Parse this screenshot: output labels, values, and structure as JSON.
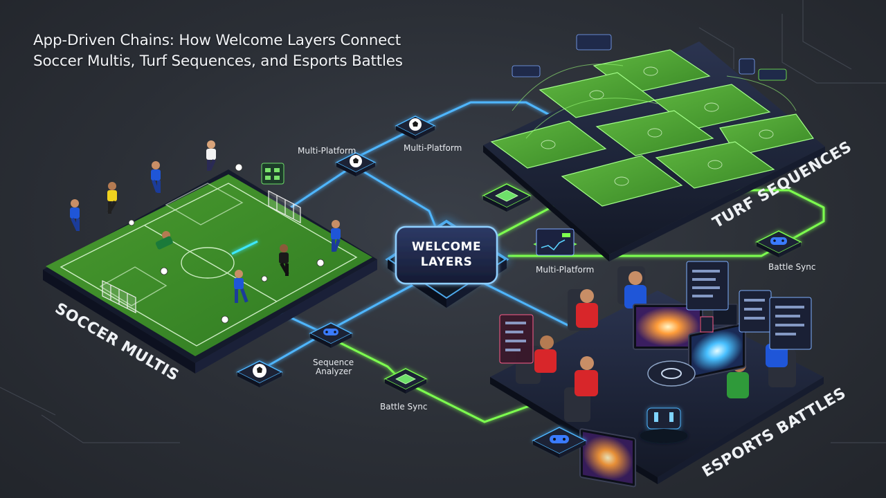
{
  "title": {
    "line1": "App-Driven Chains: How Welcome Layers Connect",
    "line2": "Soccer Multis, Turf Sequences, and Esports Battles"
  },
  "hub": {
    "line1": "WELCOME",
    "line2": "LAYERS"
  },
  "sections": {
    "soccer": "SOCCER MULTIS",
    "turf": "TURF SEQUENCES",
    "esports": "ESPORTS BATTLES"
  },
  "node_labels": {
    "multi_platform_left": "Multi-Platform",
    "multi_platform_top": "Multi-Platform",
    "multi_platform_right": "Multi-Platform",
    "battle_sync_right": "Battle Sync",
    "sequence_analyzer_line1": "Sequence",
    "sequence_analyzer_line2": "Analyzer",
    "battle_sync_bottom": "Battle Sync"
  },
  "colors": {
    "background": "#2b2f36",
    "pitch_green": "#3f8f2a",
    "link_blue": "#4fb6ff",
    "link_green": "#7dff4f",
    "panel_dark": "#1a2033"
  },
  "icons": {
    "soccer_ball": "soccer-ball-icon",
    "gamepad": "gamepad-icon",
    "mini_pitch": "mini-pitch-icon",
    "chart": "chart-icon"
  }
}
